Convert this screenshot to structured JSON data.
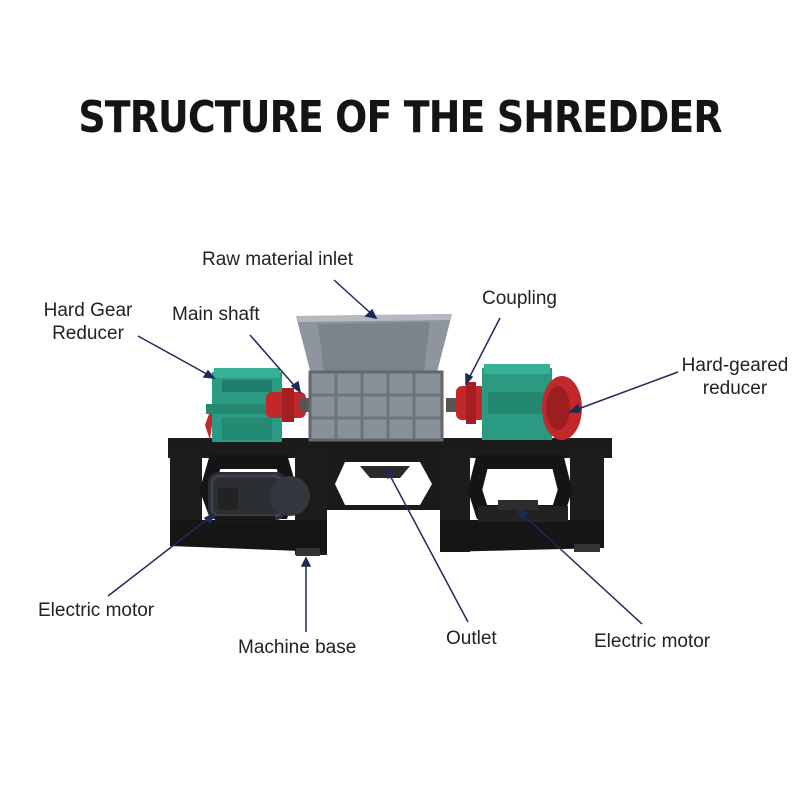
{
  "title": "STRUCTURE OF THE SHREDDER",
  "labels": {
    "raw_material_inlet": "Raw material inlet",
    "hard_gear_reducer_line1": "Hard Gear",
    "hard_gear_reducer_line2": "Reducer",
    "main_shaft": "Main shaft",
    "coupling": "Coupling",
    "hard_geared_reducer_line1": "Hard-geared",
    "hard_geared_reducer_line2": "reducer",
    "electric_motor_left": "Electric motor",
    "machine_base": "Machine base",
    "outlet": "Outlet",
    "electric_motor_right": "Electric motor"
  },
  "colors": {
    "frame": "#1b1b1b",
    "hopper": "#8f959c",
    "gearbox": "#2a9a82",
    "coupling": "#c2282a",
    "motor": "#2b2f33",
    "leader": "#1e2a5a"
  }
}
